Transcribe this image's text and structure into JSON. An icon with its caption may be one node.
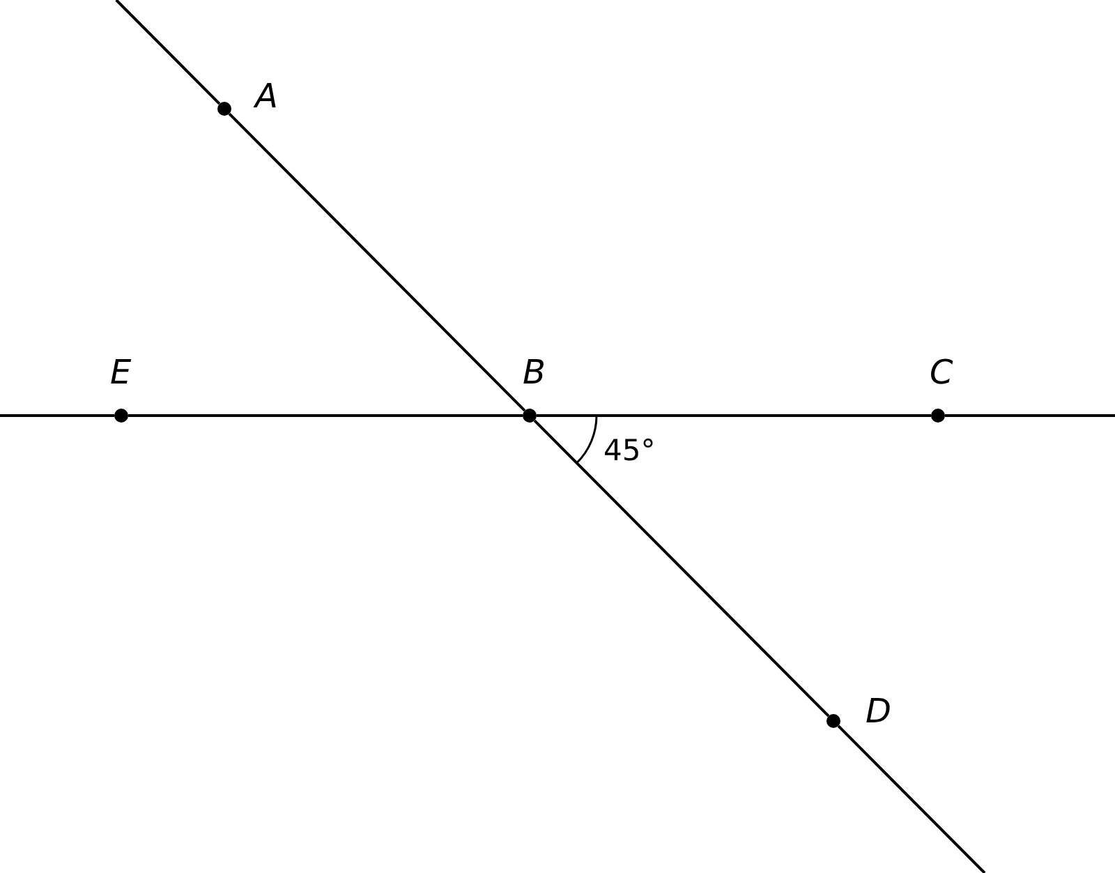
{
  "diagram": {
    "nodes": [
      {
        "text": [
          "A"
        ]
      },
      {
        "text": [
          "B"
        ]
      },
      {
        "text": [
          "C"
        ]
      },
      {
        "text": [
          "D"
        ]
      },
      {
        "text": [
          "E"
        ]
      }
    ],
    "edges": [
      {
        "from": 0,
        "to": 1,
        "arrow": "none"
      },
      {
        "from": 1,
        "to": 3,
        "arrow": "none"
      },
      {
        "from": 4,
        "to": 1,
        "arrow": "none"
      },
      {
        "from": 1,
        "to": 2,
        "arrow": "none"
      }
    ],
    "labels": [
      "45°"
    ]
  }
}
